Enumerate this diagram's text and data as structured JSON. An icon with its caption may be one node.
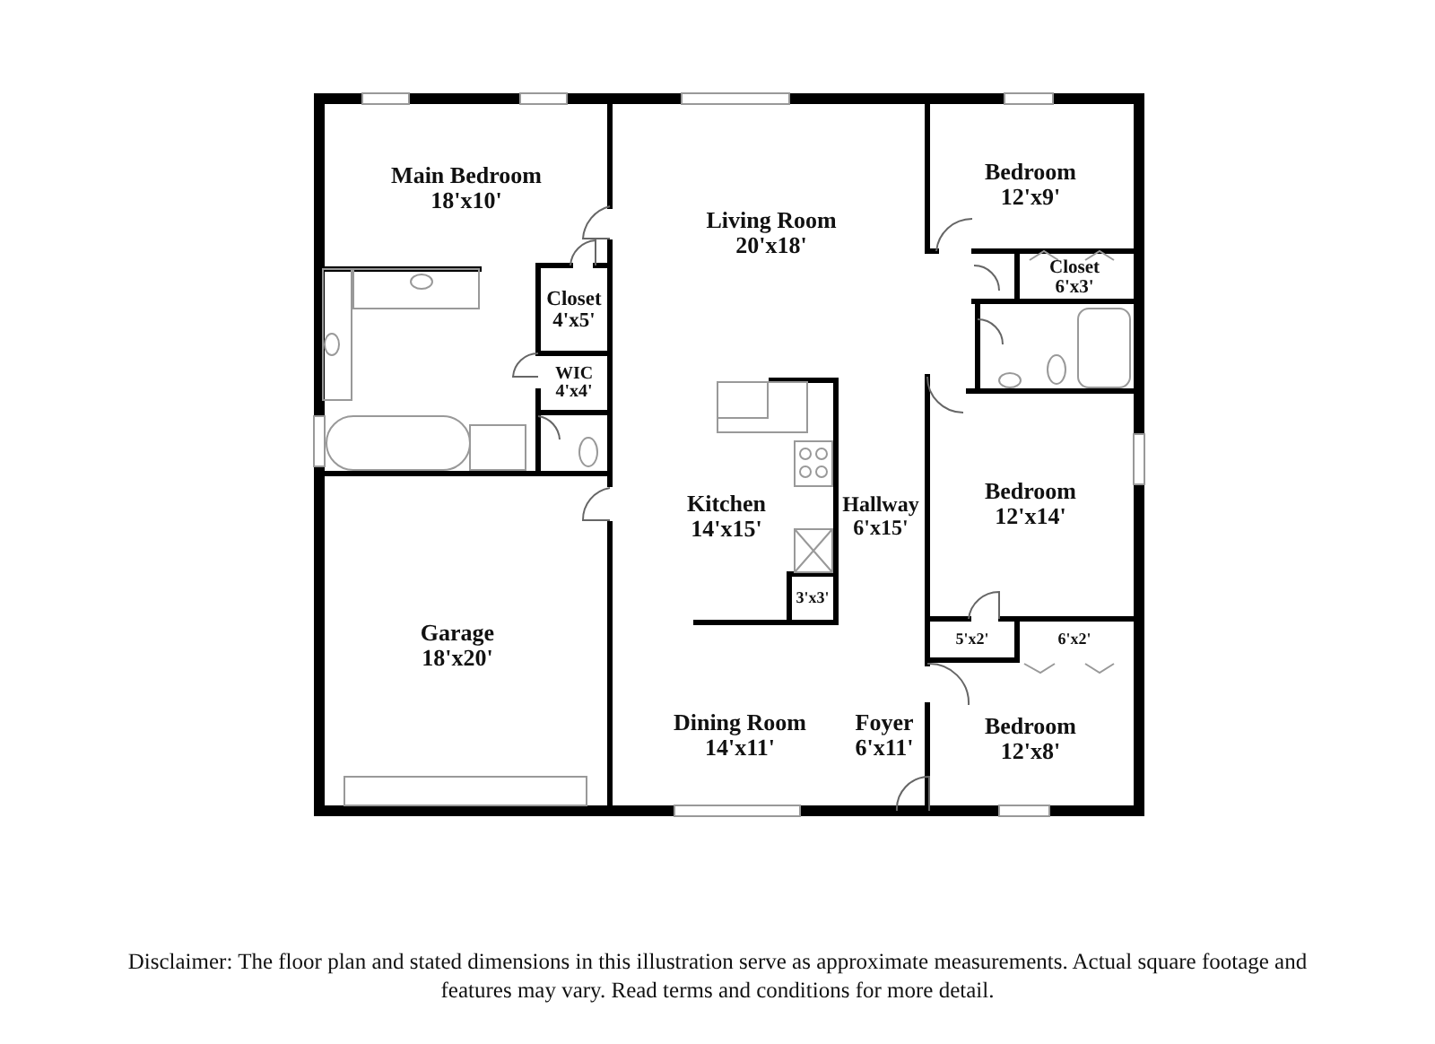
{
  "diagram": {
    "caption": "Disclaimer: The floor plan and stated dimensions in this illustration serve as approximate measurements. Actual square footage and features may vary. Read terms and conditions for more detail.",
    "nodes": [
      {
        "text": [
          "Main Bedroom",
          "18'x10'"
        ]
      },
      {
        "text": [
          "Living Room",
          "20'x18'"
        ]
      },
      {
        "text": [
          "Bedroom",
          "12'x9'"
        ]
      },
      {
        "text": [
          "Closet",
          "6'x3'"
        ]
      },
      {
        "text": [
          "Closet",
          "4'x5'"
        ]
      },
      {
        "text": [
          "WIC",
          "4'x4'"
        ]
      },
      {
        "text": [
          "Kitchen",
          "14'x15'"
        ]
      },
      {
        "text": [
          "Hallway",
          "6'x15'"
        ]
      },
      {
        "text": [
          "Bedroom",
          "12'x14'"
        ]
      },
      {
        "text": [
          "3'x3'"
        ]
      },
      {
        "text": [
          "Garage",
          "18'x20'"
        ]
      },
      {
        "text": [
          "5'x2'"
        ]
      },
      {
        "text": [
          "6'x2'"
        ]
      },
      {
        "text": [
          "Dining Room",
          "14'x11'"
        ]
      },
      {
        "text": [
          "Foyer",
          "6'x11'"
        ]
      },
      {
        "text": [
          "Bedroom",
          "12'x8'"
        ]
      }
    ]
  }
}
